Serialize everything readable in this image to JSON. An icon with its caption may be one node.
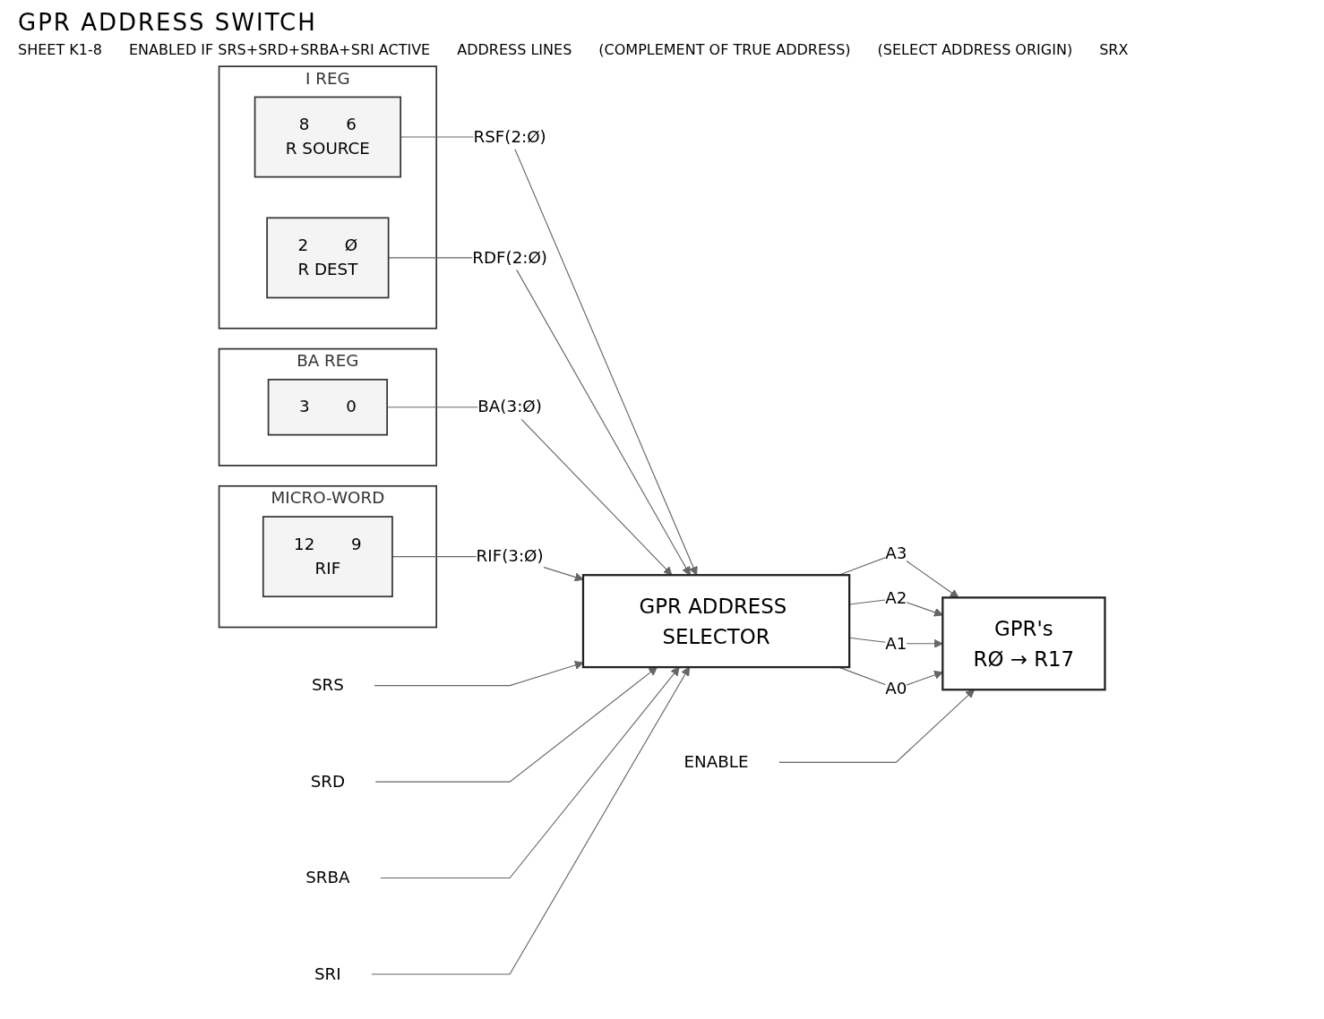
{
  "diagram": {
    "title": "GPR ADDRESS SWITCH",
    "nodes": [
      {
        "text": [
          "I REG"
        ]
      },
      {
        "text": [
          "8",
          "6",
          "R SOURCE"
        ],
        "in": 0
      },
      {
        "text": [
          "2",
          "Ø",
          "R DEST"
        ],
        "in": 0
      },
      {
        "text": [
          "BA REG"
        ]
      },
      {
        "text": [
          "3",
          "0"
        ],
        "in": 3
      },
      {
        "text": [
          "MICRO-WORD"
        ]
      },
      {
        "text": [
          "12",
          "9",
          "RIF"
        ],
        "in": 5
      },
      {
        "text": [
          "GPR ADDRESS SELECTOR"
        ]
      },
      {
        "text": [
          "GPR's",
          "RØ → R17"
        ]
      },
      {
        "text": [
          "ENABLE"
        ]
      },
      {
        "text": [
          "SRS"
        ]
      },
      {
        "text": [
          "SRD"
        ]
      },
      {
        "text": [
          "SRBA"
        ]
      },
      {
        "text": [
          "SRI"
        ]
      }
    ],
    "edges": [
      {
        "from": 1,
        "to": 7,
        "arrow": "to",
        "label": "RSF(2:Ø)"
      },
      {
        "from": 2,
        "to": 7,
        "arrow": "to",
        "label": "RDF(2:Ø)"
      },
      {
        "from": 4,
        "to": 7,
        "arrow": "to",
        "label": "BA(3:Ø)"
      },
      {
        "from": 6,
        "to": 7,
        "arrow": "to",
        "label": "RIF(3:Ø)"
      },
      {
        "from": 7,
        "to": 8,
        "arrow": "to",
        "label": "A3"
      },
      {
        "from": 7,
        "to": 8,
        "arrow": "to",
        "label": "A2"
      },
      {
        "from": 7,
        "to": 8,
        "arrow": "to",
        "label": "A1"
      },
      {
        "from": 7,
        "to": 8,
        "arrow": "to",
        "label": "A0"
      },
      {
        "from": 9,
        "to": 8,
        "arrow": "to"
      },
      {
        "from": 10,
        "to": 7,
        "arrow": "to"
      },
      {
        "from": 11,
        "to": 7,
        "arrow": "to"
      },
      {
        "from": 12,
        "to": 7,
        "arrow": "to"
      },
      {
        "from": 13,
        "to": 7,
        "arrow": "to"
      }
    ],
    "labels": [
      "SHEET K1-8",
      "ENABLED IF SRS+SRD+SRBA+SRI ACTIVE",
      "ADDRESS LINES",
      "(COMPLEMENT OF TRUE ADDRESS)",
      "(SELECT ADDRESS ORIGIN)",
      "SRX"
    ]
  }
}
